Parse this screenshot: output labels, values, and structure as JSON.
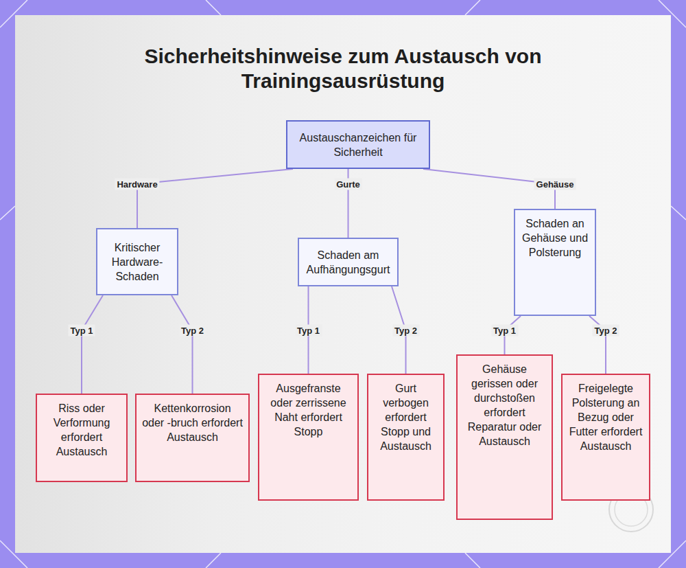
{
  "diagram": {
    "title": "Sicherheitshinweise zum Austausch von Trainingsausrüstung",
    "nodes": [
      {
        "text": [
          "Austauschanzeichen für Sicherheit"
        ]
      },
      {
        "text": [
          "Kritischer Hardware-Schaden"
        ]
      },
      {
        "text": [
          "Schaden am Aufhängungsgurt"
        ]
      },
      {
        "text": [
          "Schaden an Gehäuse und Polsterung"
        ]
      },
      {
        "text": [
          "Riss oder Verformung erfordert Austausch"
        ]
      },
      {
        "text": [
          "Kettenkorrosion oder -bruch erfordert Austausch"
        ]
      },
      {
        "text": [
          "Ausgefranste oder zerrissene Naht erfordert Stopp"
        ]
      },
      {
        "text": [
          "Gurt verbogen erfordert Stopp und Austausch"
        ]
      },
      {
        "text": [
          "Gehäuse gerissen oder durchstoßen erfordert Reparatur oder Austausch"
        ]
      },
      {
        "text": [
          "Freigelegte Polsterung an Bezug oder Futter erfordert Austausch"
        ]
      }
    ],
    "edges": [
      {
        "from": 0,
        "to": 1,
        "label": "Hardware",
        "arrow": "none"
      },
      {
        "from": 0,
        "to": 2,
        "label": "Gurte",
        "arrow": "none"
      },
      {
        "from": 0,
        "to": 3,
        "label": "Gehäuse",
        "arrow": "none"
      },
      {
        "from": 1,
        "to": 4,
        "label": "Typ 1",
        "arrow": "none"
      },
      {
        "from": 1,
        "to": 5,
        "label": "Typ 2",
        "arrow": "none"
      },
      {
        "from": 2,
        "to": 6,
        "label": "Typ 1",
        "arrow": "none"
      },
      {
        "from": 2,
        "to": 7,
        "label": "Typ 2",
        "arrow": "none"
      },
      {
        "from": 3,
        "to": 8,
        "label": "Typ 1",
        "arrow": "none"
      },
      {
        "from": 3,
        "to": 9,
        "label": "Typ 2",
        "arrow": "none"
      }
    ]
  }
}
